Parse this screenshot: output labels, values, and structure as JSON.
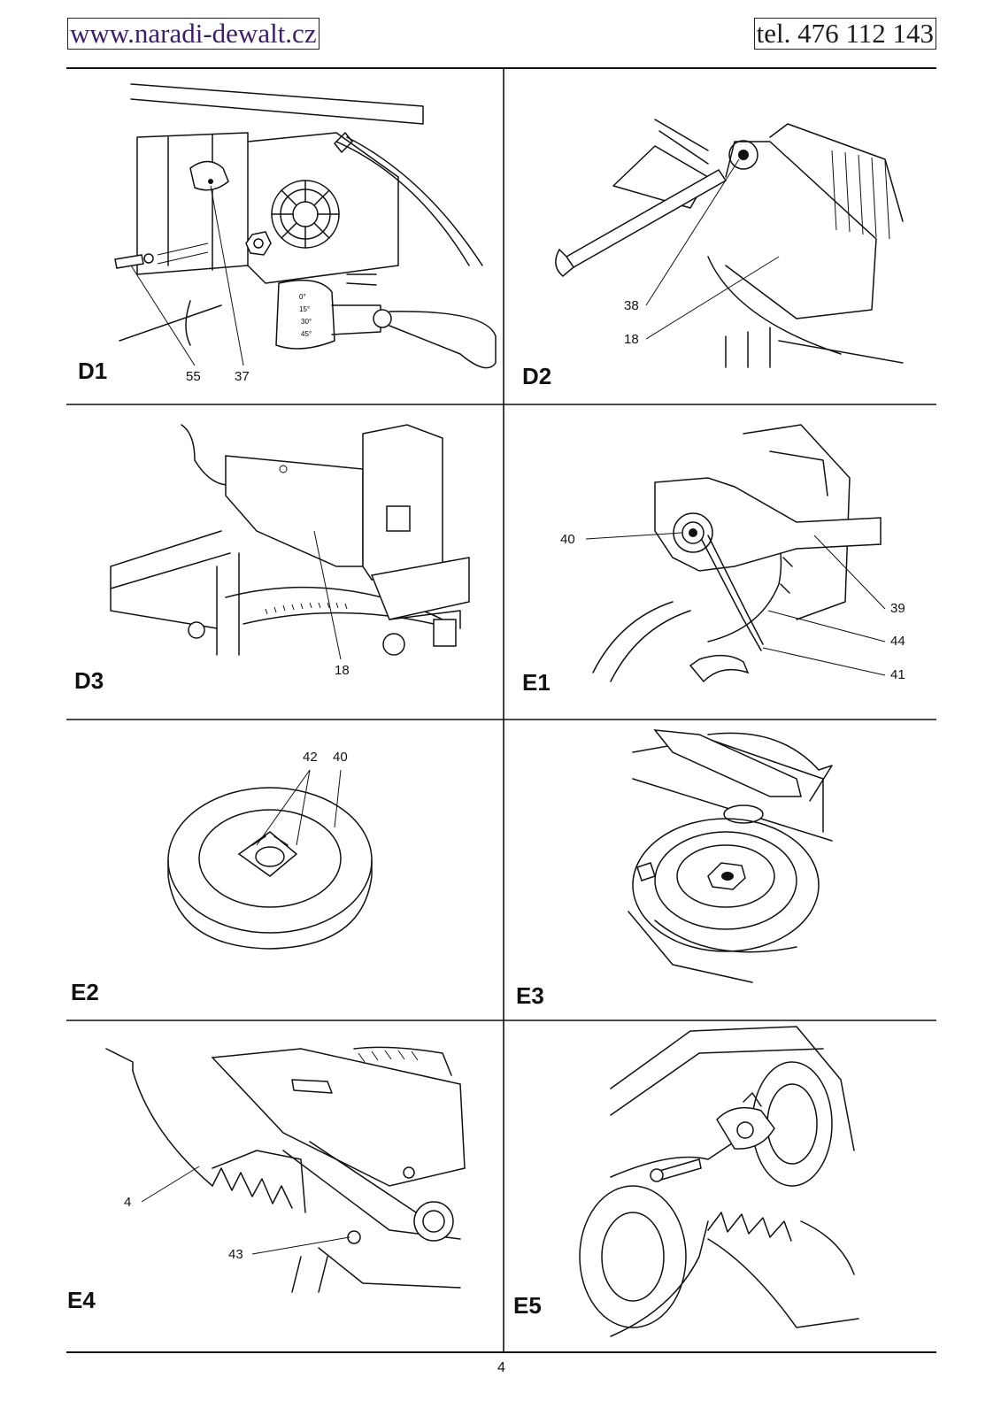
{
  "header": {
    "url": "www.naradi-dewalt.cz",
    "phone": "tel. 476 112 143"
  },
  "panels": [
    {
      "label": "D1",
      "callouts": [
        "55",
        "37"
      ]
    },
    {
      "label": "D2",
      "callouts": [
        "38",
        "18"
      ]
    },
    {
      "label": "D3",
      "callouts": [
        "18"
      ]
    },
    {
      "label": "E1",
      "callouts": [
        "40",
        "39",
        "44",
        "41"
      ]
    },
    {
      "label": "E2",
      "callouts": [
        "42",
        "40"
      ]
    },
    {
      "label": "E3",
      "callouts": []
    },
    {
      "label": "E4",
      "callouts": [
        "4",
        "43"
      ]
    },
    {
      "label": "E5",
      "callouts": []
    }
  ],
  "d1_scale": [
    "0°",
    "15°",
    "30°",
    "45°"
  ],
  "page_number": "4"
}
